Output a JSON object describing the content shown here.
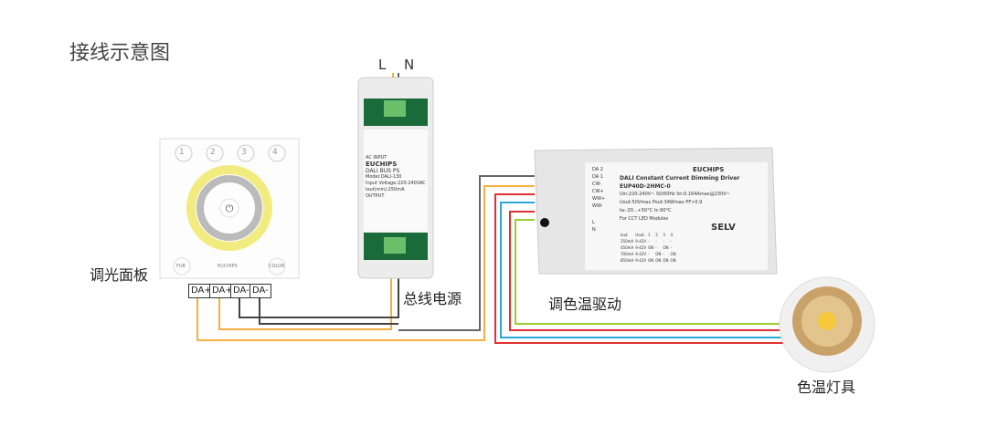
{
  "title": "接线示意图",
  "labels": {
    "panel": "调光面板",
    "power": "总线电源",
    "driver": "调色温驱动",
    "lamp": "色温灯具",
    "L": "L",
    "N": "N"
  },
  "panel": {
    "buttons": [
      "1",
      "2",
      "3",
      "4"
    ],
    "bottom_left": "FUR",
    "brand": "EUCHIPS",
    "bottom_right": "COLOR",
    "terminals": [
      "DA+",
      "DA+",
      "DA-",
      "DA-"
    ]
  },
  "power_supply": {
    "input_label": "AC INPUT",
    "brand": "EUCHIPS",
    "name": "DALI BUS PS",
    "model": "Model:DALI-130",
    "input_voltage": "Input Voltage:220-240VAC",
    "iout": "Iout(min):250mA",
    "output": "OUTPUT"
  },
  "driver": {
    "brand": "EUCHIPS",
    "name": "DALI Constant Current Dimming Driver",
    "model": "EUP40D-2HMC-0",
    "spec1": "Uin:220-240V~ 50/60Hz Iin:0.164Amax@230V~",
    "spec2": "Uout:50Vmax Pout:34Wmax PF>0.9",
    "spec3": "ta:-20...+50°C tc:90°C",
    "spec4": "For CCT LED Modules",
    "terminals": [
      "DA 2",
      "DA 1",
      "CW-",
      "CW+",
      "WW+",
      "WW-",
      "L",
      "N"
    ],
    "selv": "SELV",
    "table_header": [
      "Iout",
      "Uout",
      "1",
      "2",
      "3",
      "4"
    ],
    "table_rows": [
      [
        "350mA",
        "9-42V",
        "-",
        "-",
        "-",
        "-"
      ],
      [
        "450mA",
        "9-42V",
        "ON",
        "-",
        "ON",
        "-"
      ],
      [
        "700mA",
        "9-42V",
        "-",
        "ON",
        "-",
        "ON"
      ],
      [
        "850mA",
        "9-42V",
        "ON",
        "ON",
        "ON",
        "ON"
      ]
    ]
  },
  "colors": {
    "orange": "#f5b041",
    "gray": "#666666",
    "red": "#e03030",
    "blue": "#2aa8d8",
    "green": "#9acd32",
    "black": "#222222"
  }
}
